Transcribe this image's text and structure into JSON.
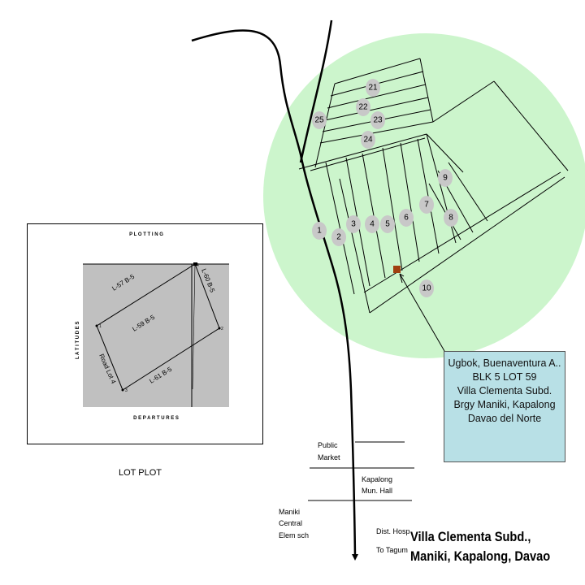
{
  "lot_plot": {
    "header": "P L O T T I N G",
    "y_axis_label": "L A T I T U D E S",
    "x_axis_label": "D E P A R T U R E S",
    "caption": "LOT PLOT",
    "sides": [
      "L-57  B-5",
      "L-60  B-5",
      "L-59  B-5",
      "L-61  B-5",
      "Road Lot 4"
    ],
    "corners": [
      "1",
      "2",
      "3",
      "4"
    ]
  },
  "vicinity": {
    "lot_numbers": [
      "21",
      "22",
      "23",
      "25",
      "24",
      "9",
      "7",
      "8",
      "6",
      "5",
      "4",
      "3",
      "2",
      "1",
      "10"
    ],
    "landmarks": {
      "public_market": [
        "Public",
        "Market"
      ],
      "mun_hall": [
        "Kapalong",
        "Mun. Hall"
      ],
      "school": [
        "Maniki",
        "Central",
        "Elem sch"
      ],
      "hospital": "Dist. Hosp",
      "direction": "To Tagum"
    }
  },
  "owner_box": {
    "lines": [
      "Ugbok, Buenaventura A..",
      "BLK   5   LOT  59",
      "Villa Clementa Subd.",
      "Brgy Maniki, Kapalong",
      "Davao del Norte"
    ]
  },
  "title": {
    "line1": "Villa Clementa Subd.,",
    "line2": "Maniki, Kapalong, Davao"
  },
  "colors": {
    "circle_fill": "#ccf5cc",
    "lot_marker_fill": "#c8c8c8",
    "plot_fill": "#c0c0c0",
    "highlight_lot": "#a04010",
    "box_fill": "#b8e0e6"
  }
}
